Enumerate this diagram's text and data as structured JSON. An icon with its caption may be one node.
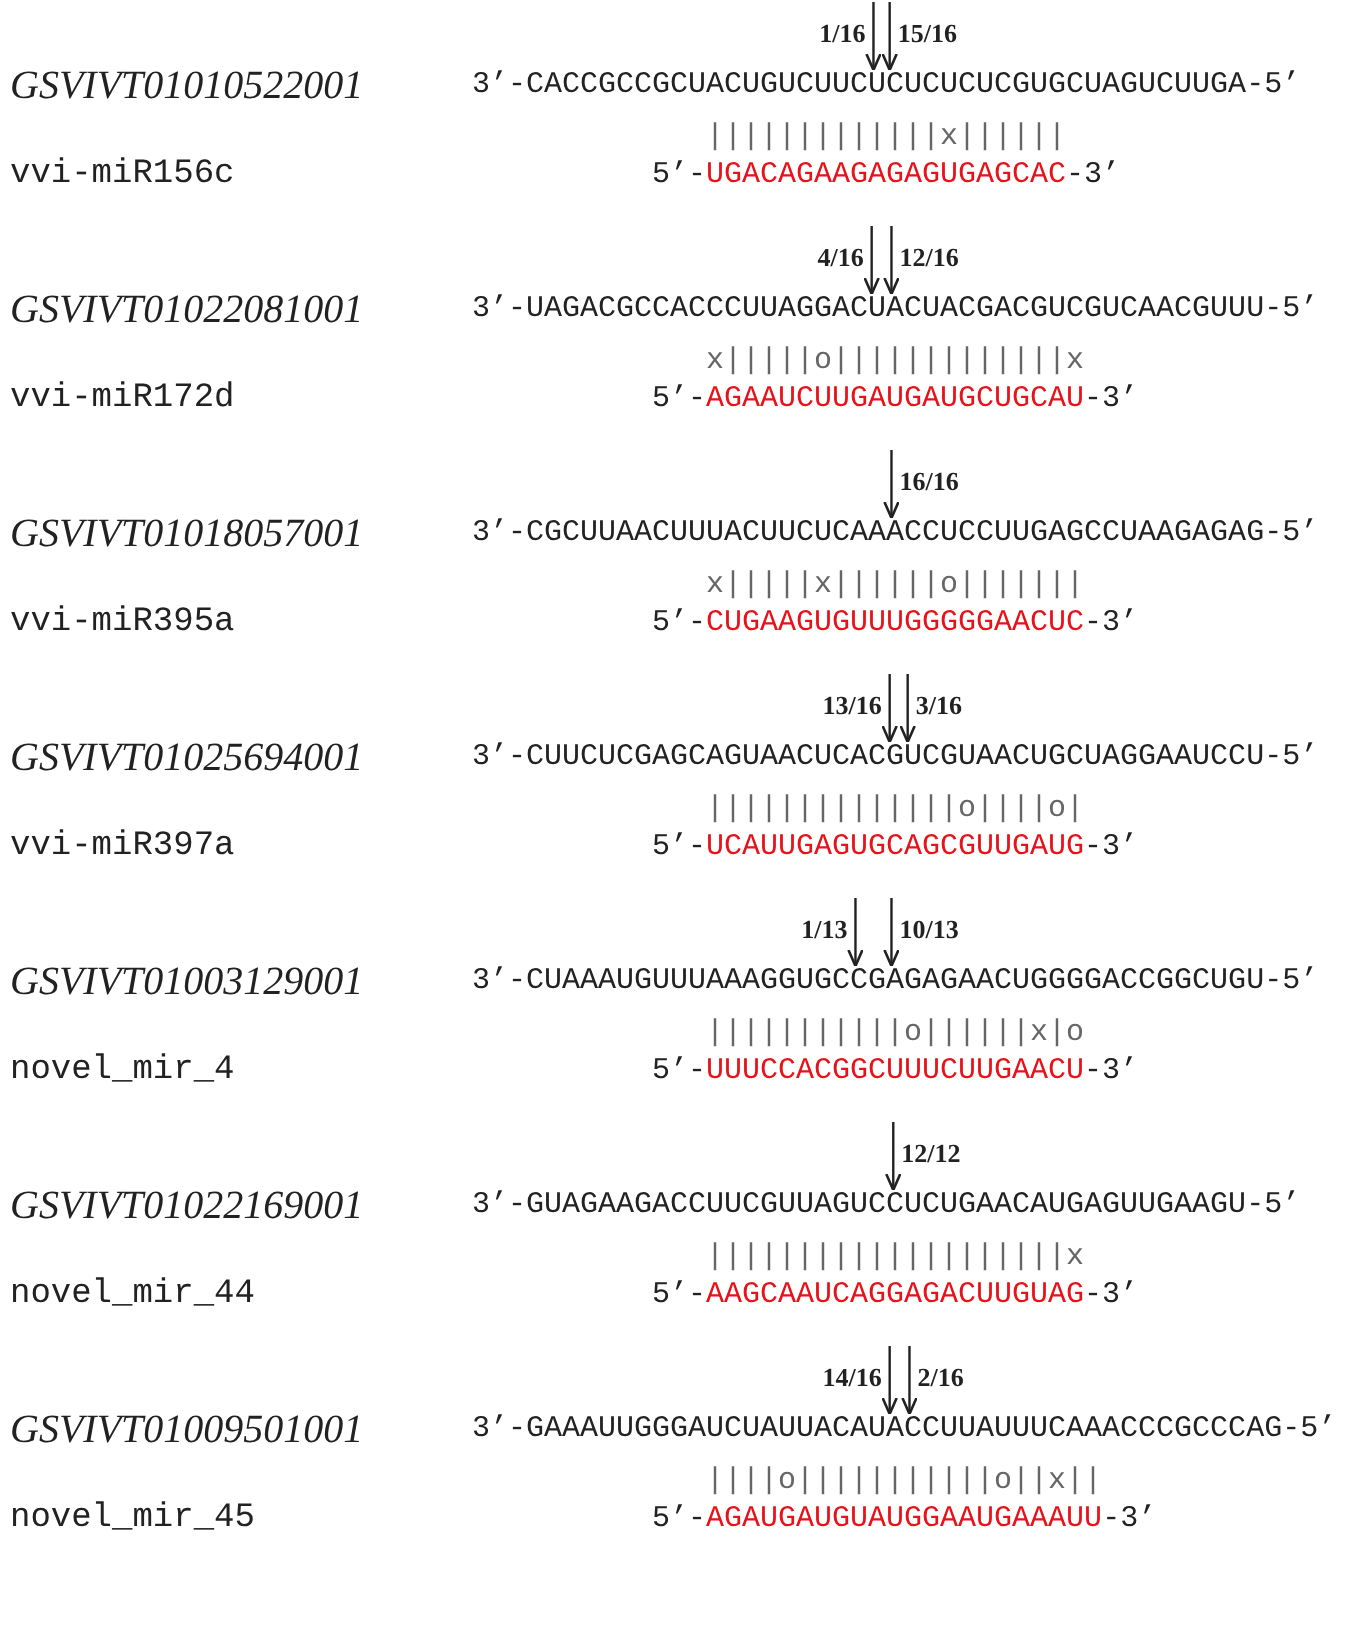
{
  "diagram": {
    "nodes": [
      {
        "text": [
          "3’-CACCGCCGCUACUGUCUUCUCUCUCUCGUGCUAGUCUUGA-5’"
        ]
      },
      {
        "text": [
          "3’-UAGACGCCACCCUUAGGACUACUACGACGUCGUCAACGUUU-5’"
        ]
      },
      {
        "text": [
          "3’-CGCUUAACUUUACUUCUCAAACCUCCUUGAGCCUAAGAGAG-5’"
        ]
      },
      {
        "text": [
          "3’-CUUCUCGAGCAGUAACUCACGUCGUAACUGCUAGGAAUCCU-5’"
        ]
      },
      {
        "text": [
          "3’-CUAAAUGUUUAAAGGUGCCGAGAGAACUGGGGACCGGCUGU-5’"
        ]
      },
      {
        "text": [
          "3’-GUAGAAGACCUUCGUUAGUCCUCUGAACAUGAGUUGAAGU-5’"
        ]
      },
      {
        "text": [
          "3’-GAAAUUGGGAUCUAUUACAUACCUUAUUUCAAACCCGCCCAG-5’"
        ]
      }
    ],
    "edges": [
      {
        "from": null,
        "to": 0,
        "arrow": "to",
        "label": "1/16"
      },
      {
        "from": null,
        "to": 0,
        "arrow": "to",
        "label": "15/16"
      },
      {
        "from": null,
        "to": 1,
        "arrow": "to",
        "label": "4/16"
      },
      {
        "from": null,
        "to": 1,
        "arrow": "to",
        "label": "12/16"
      },
      {
        "from": null,
        "to": 2,
        "arrow": "to",
        "label": "16/16"
      },
      {
        "from": null,
        "to": 3,
        "arrow": "to",
        "label": "13/16"
      },
      {
        "from": null,
        "to": 3,
        "arrow": "to",
        "label": "3/16"
      },
      {
        "from": null,
        "to": 4,
        "arrow": "to",
        "label": "1/13"
      },
      {
        "from": null,
        "to": 4,
        "arrow": "to",
        "label": "10/13"
      },
      {
        "from": null,
        "to": 5,
        "arrow": "to",
        "label": "12/12"
      },
      {
        "from": null,
        "to": 6,
        "arrow": "to",
        "label": "14/16"
      },
      {
        "from": null,
        "to": 6,
        "arrow": "to",
        "label": "2/16"
      }
    ],
    "labels": [
      "GSVIVT01010522001",
      "|||||||||||||x||||||",
      "vvi-miR156c",
      "5’-",
      "UGACAGAAGAGAGUGAGCAC",
      "-3’",
      "GSVIVT01022081001",
      "x|||||o|||||||||||||x",
      "vvi-miR172d",
      "5’-",
      "AGAAUCUUGAUGAUGCUGCAU",
      "-3’",
      "GSVIVT01018057001",
      "x|||||x||||||o|||||||",
      "vvi-miR395a",
      "5’-",
      "CUGAAGUGUUUGGGGGAACUC",
      "-3’",
      "GSVIVT01025694001",
      "||||||||||||||o||||o|",
      "vvi-miR397a",
      "5’-",
      "UCAUUGAGUGCAGCGUUGAUG",
      "-3’",
      "GSVIVT01003129001",
      "|||||||||||o||||||x|o",
      "novel_mir_4",
      "5’-",
      "UUUCCACGGCUUUCUUGAACU",
      "-3’",
      "GSVIVT01022169001",
      "||||||||||||||||||||x",
      "novel_mir_44",
      "5’-",
      "AAGCAAUCAGGAGACUUGUAG",
      "-3’",
      "GSVIVT01009501001",
      "||||o|||||||||||o||x||",
      "novel_mir_45",
      "5’-",
      "AGAUGAUGUAUGGAAUGAAAUU",
      "-3’"
    ]
  }
}
